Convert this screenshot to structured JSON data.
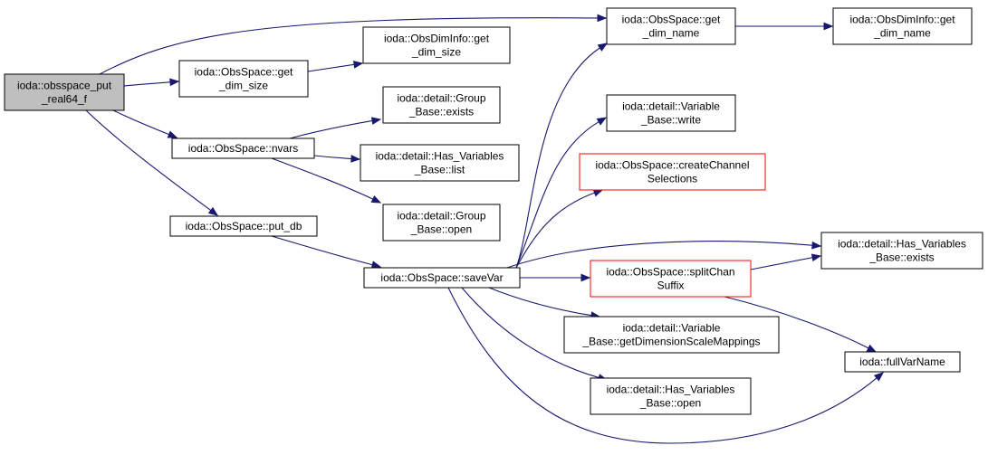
{
  "diagram": {
    "colors": {
      "edge": "#191970",
      "node_border": "#000000",
      "node_fill": "#ffffff",
      "root_fill": "#bfbfbf",
      "highlight_border": "#ff0000"
    },
    "nodes": [
      {
        "id": "root",
        "lines": [
          "ioda::obsspace_put",
          "_real64_f"
        ],
        "style": "root"
      },
      {
        "id": "getdimsize",
        "lines": [
          "ioda::ObsSpace::get",
          "_dim_size"
        ],
        "style": "normal"
      },
      {
        "id": "nvars",
        "lines": [
          "ioda::ObsSpace::nvars"
        ],
        "style": "normal"
      },
      {
        "id": "putdb",
        "lines": [
          "ioda::ObsSpace::put_db"
        ],
        "style": "normal"
      },
      {
        "id": "dimsize",
        "lines": [
          "ioda::ObsDimInfo::get",
          "_dim_size"
        ],
        "style": "normal"
      },
      {
        "id": "gexists",
        "lines": [
          "ioda::detail::Group",
          "_Base::exists"
        ],
        "style": "normal"
      },
      {
        "id": "hvlist",
        "lines": [
          "ioda::detail::Has_Variables",
          "_Base::list"
        ],
        "style": "normal"
      },
      {
        "id": "gopen",
        "lines": [
          "ioda::detail::Group",
          "_Base::open"
        ],
        "style": "normal"
      },
      {
        "id": "savevar",
        "lines": [
          "ioda::ObsSpace::saveVar"
        ],
        "style": "normal"
      },
      {
        "id": "getdimname",
        "lines": [
          "ioda::ObsSpace::get",
          "_dim_name"
        ],
        "style": "normal"
      },
      {
        "id": "dimname",
        "lines": [
          "ioda::ObsDimInfo::get",
          "_dim_name"
        ],
        "style": "normal"
      },
      {
        "id": "vwrite",
        "lines": [
          "ioda::detail::Variable",
          "_Base::write"
        ],
        "style": "normal"
      },
      {
        "id": "createchan",
        "lines": [
          "ioda::ObsSpace::createChannel",
          "Selections"
        ],
        "style": "highlight"
      },
      {
        "id": "splitchan",
        "lines": [
          "ioda::ObsSpace::splitChan",
          "Suffix"
        ],
        "style": "highlight"
      },
      {
        "id": "hvexists",
        "lines": [
          "ioda::detail::Has_Variables",
          "_Base::exists"
        ],
        "style": "normal"
      },
      {
        "id": "getdsm",
        "lines": [
          "ioda::detail::Variable",
          "_Base::getDimensionScaleMappings"
        ],
        "style": "normal"
      },
      {
        "id": "fullvar",
        "lines": [
          "ioda::fullVarName"
        ],
        "style": "normal"
      },
      {
        "id": "hvopen",
        "lines": [
          "ioda::detail::Has_Variables",
          "_Base::open"
        ],
        "style": "normal"
      }
    ],
    "edges": [
      {
        "from": "root",
        "to": "getdimname"
      },
      {
        "from": "root",
        "to": "getdimsize"
      },
      {
        "from": "root",
        "to": "nvars"
      },
      {
        "from": "root",
        "to": "putdb"
      },
      {
        "from": "getdimsize",
        "to": "dimsize"
      },
      {
        "from": "nvars",
        "to": "gexists"
      },
      {
        "from": "nvars",
        "to": "hvlist"
      },
      {
        "from": "nvars",
        "to": "gopen"
      },
      {
        "from": "putdb",
        "to": "savevar"
      },
      {
        "from": "getdimname",
        "to": "dimname"
      },
      {
        "from": "savevar",
        "to": "getdimname"
      },
      {
        "from": "savevar",
        "to": "vwrite"
      },
      {
        "from": "savevar",
        "to": "createchan"
      },
      {
        "from": "savevar",
        "to": "hvexists"
      },
      {
        "from": "savevar",
        "to": "splitchan"
      },
      {
        "from": "savevar",
        "to": "getdsm"
      },
      {
        "from": "savevar",
        "to": "hvopen"
      },
      {
        "from": "savevar",
        "to": "fullvar"
      },
      {
        "from": "splitchan",
        "to": "hvexists"
      },
      {
        "from": "splitchan",
        "to": "fullvar"
      }
    ]
  }
}
